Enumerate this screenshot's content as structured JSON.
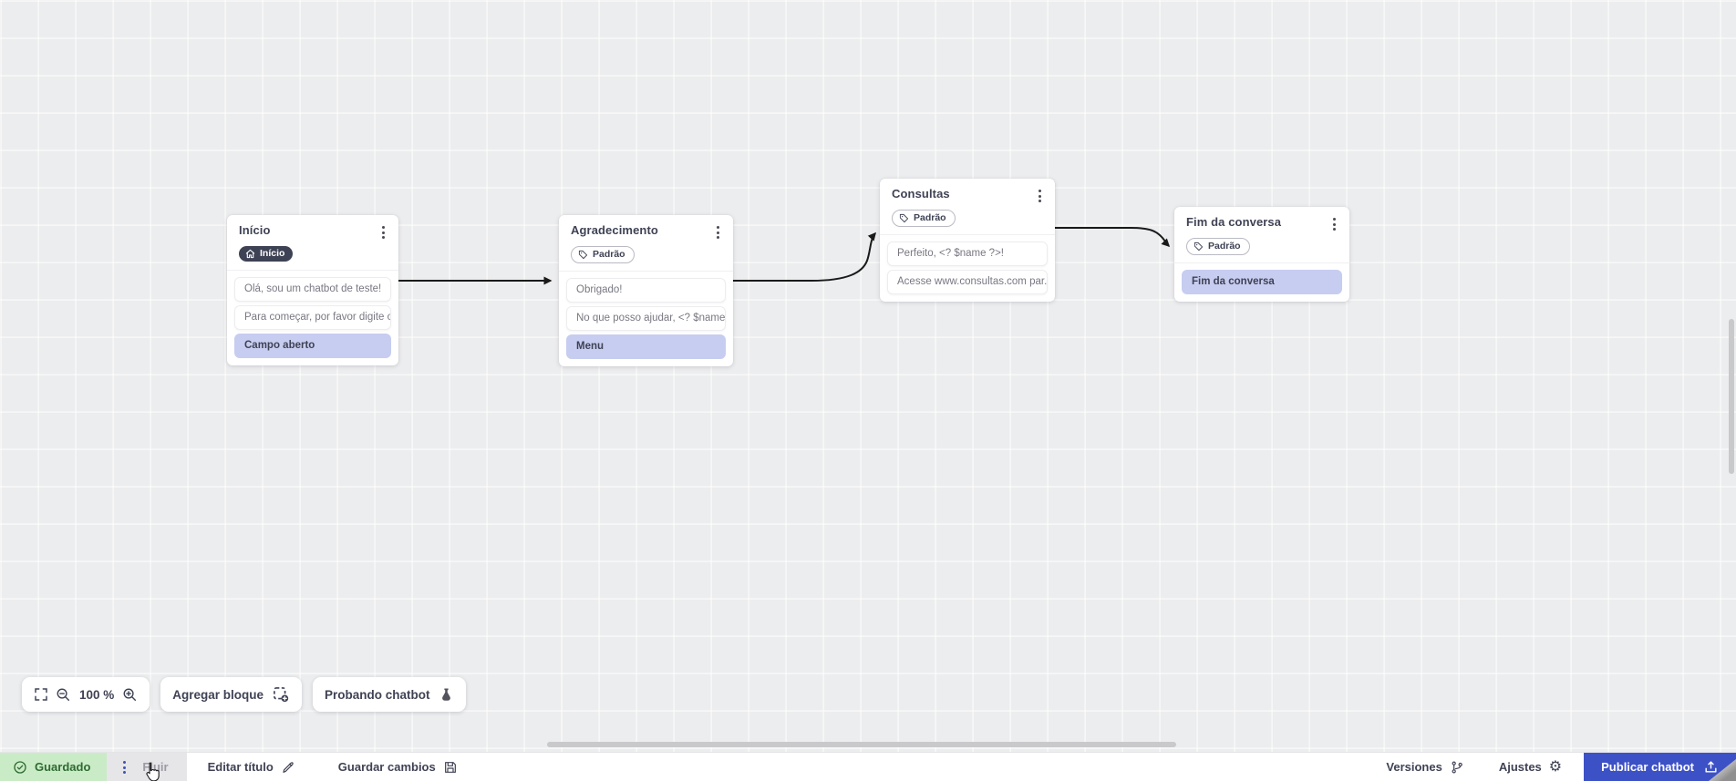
{
  "nodes": [
    {
      "title": "Início",
      "badge": {
        "label": "Início",
        "style": "dark",
        "icon": "home-icon"
      },
      "messages": [
        {
          "text": "Olá, sou um chatbot de teste!"
        },
        {
          "text": "Para começar, por favor digite o ..."
        }
      ],
      "action": "Campo aberto"
    },
    {
      "title": "Agradecimento",
      "badge": {
        "label": "Padrão",
        "style": "outline",
        "icon": "tag-icon"
      },
      "messages": [
        {
          "text": "Obrigado!"
        },
        {
          "text": "No que posso ajudar, <? $name ..."
        }
      ],
      "action": "Menu"
    },
    {
      "title": "Consultas",
      "badge": {
        "label": "Padrão",
        "style": "outline",
        "icon": "tag-icon"
      },
      "messages": [
        {
          "text": "Perfeito, <? $name ?>!"
        },
        {
          "text": "Acesse www.consultas.com par..."
        }
      ]
    },
    {
      "title": "Fim da conversa",
      "badge": {
        "label": "Padrão",
        "style": "outline",
        "icon": "tag-icon"
      },
      "action": "Fim da conversa"
    }
  ],
  "toolbar": {
    "zoom_level": "100 %",
    "add_block_label": "Agregar bloque",
    "test_chatbot_label": "Probando chatbot"
  },
  "statusbar": {
    "saved_label": "Guardado",
    "flow_tab_label": "Fluir",
    "edit_title_label": "Editar título",
    "save_changes_label": "Guardar cambios",
    "versions_label": "Versiones",
    "settings_label": "Ajustes",
    "publish_label": "Publicar chatbot"
  },
  "icons": {
    "settings_gear": "⚙"
  },
  "colors": {
    "accent_blue": "#3d51c6",
    "saved_green_bg": "#c9ecc6",
    "saved_green_text": "#2f6a33",
    "highlight_purple": "#c7cdf0",
    "badge_dark": "#3d4254",
    "edge_stroke": "#1a1a1a"
  }
}
